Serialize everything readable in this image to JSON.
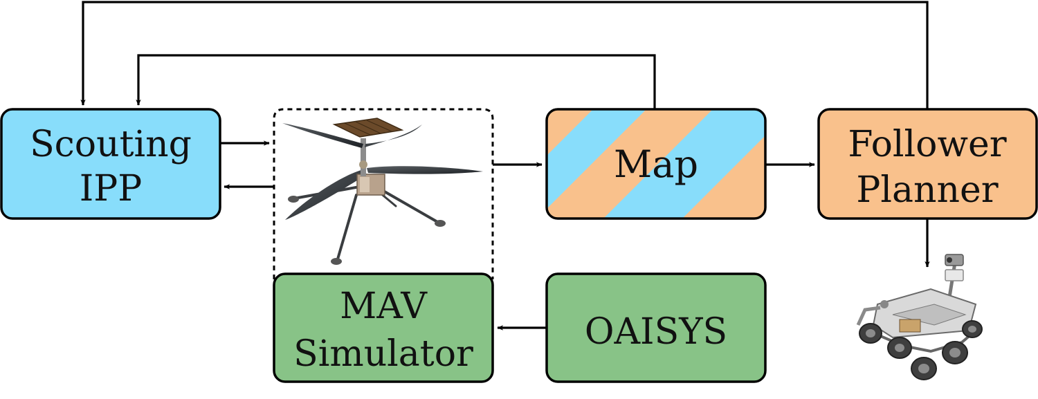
{
  "nodes": {
    "scouting_ipp": {
      "line1": "Scouting",
      "line2": "IPP",
      "color": "#88DDFB"
    },
    "map": {
      "label": "Map",
      "color_a": "#F9C18C",
      "color_b": "#88DDFB"
    },
    "follower_planner": {
      "line1": "Follower",
      "line2": "Planner",
      "color": "#F9C18C"
    },
    "mav_simulator": {
      "line1": "MAV",
      "line2": "Simulator",
      "color": "#88C387"
    },
    "oaisys": {
      "label": "OAISYS",
      "color": "#88C387"
    }
  },
  "images": {
    "helicopter": "helicopter-drone-icon",
    "rover": "mars-rover-icon"
  }
}
